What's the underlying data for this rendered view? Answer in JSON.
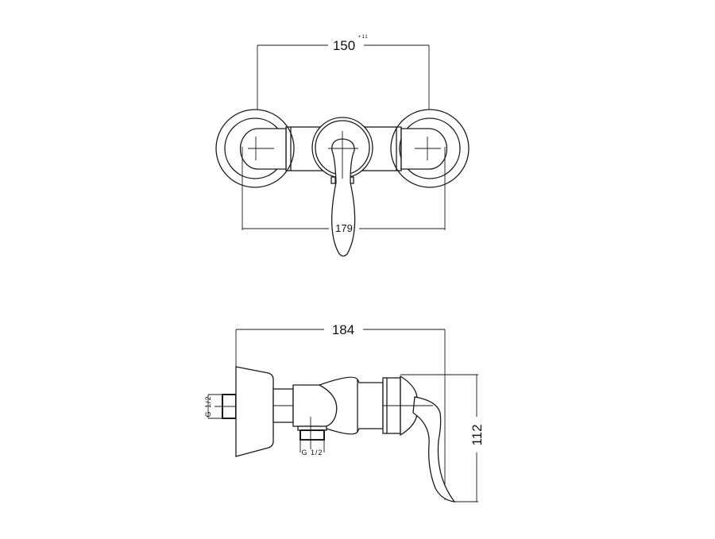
{
  "front_view": {
    "width_dim": "150",
    "width_tolerance": "+11",
    "overall_dim": "179"
  },
  "side_view": {
    "depth_dim": "184",
    "height_dim": "112",
    "thread_inlet": "G 1/2",
    "thread_outlet": "G 1/2"
  }
}
